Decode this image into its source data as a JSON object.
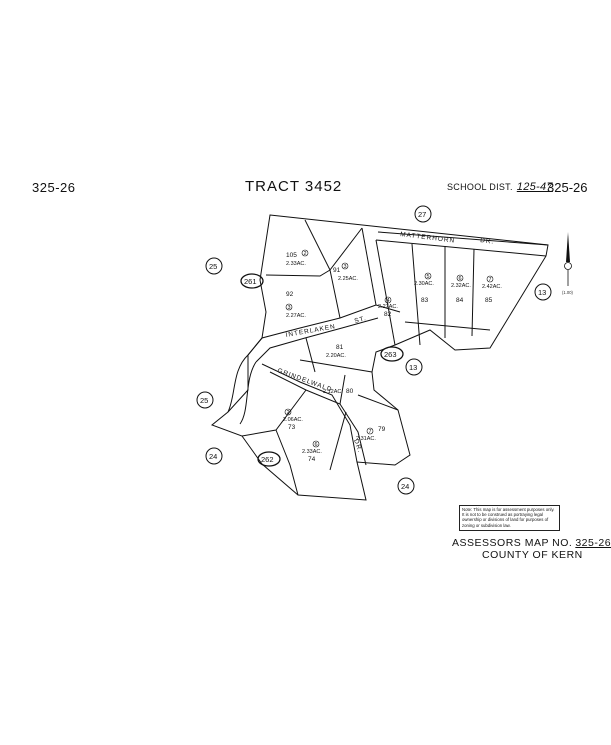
{
  "header": {
    "map_left": "325-26",
    "tract_title": "TRACT 3452",
    "school_label": "SCHOOL DIST.",
    "school_value": "125-47",
    "map_right": "325-26"
  },
  "streets": {
    "matterhorn": "MATTERHORN",
    "matterhorn_suffix": "DR.",
    "interlaken": "INTERLAKEN",
    "interlaken_suffix": "ST.",
    "grindelwald": "GRINDELWALD",
    "grindelwald_suffix": "DR."
  },
  "adjacent_maps": [
    "27",
    "25",
    "13",
    "13",
    "25",
    "24",
    "24"
  ],
  "sub_maps": [
    "261",
    "263",
    "262"
  ],
  "parcels": [
    {
      "lot": "105",
      "circle": "2",
      "acres": "2.33AC."
    },
    {
      "lot": "91",
      "circle": "3",
      "acres": "2.25AC."
    },
    {
      "lot": "92",
      "circle": "3",
      "acres": "2.27AC."
    },
    {
      "lot": "83",
      "circle": "5",
      "acres": "2.30AC."
    },
    {
      "lot": "84",
      "circle": "6",
      "acres": "2.32AC."
    },
    {
      "lot": "85",
      "circle": "7",
      "acres": "2.42AC."
    },
    {
      "lot": "82",
      "circle": "4",
      "acres": "2.27AC."
    },
    {
      "lot": "81",
      "circle": "",
      "acres": "2.20AC."
    },
    {
      "lot": "80",
      "circle": "",
      "acres": "2.12AC."
    },
    {
      "lot": "73",
      "circle": "2",
      "acres": "2.06AC."
    },
    {
      "lot": "74",
      "circle": "6",
      "acres": "2.33AC."
    },
    {
      "lot": "79",
      "circle": "7",
      "acres": "2.31AC."
    }
  ],
  "north_arrow": {
    "label": "(1.00)"
  },
  "note": "Note: This map is for assessment purposes only. It is not to be construed as portraying legal ownership or divisions of land for purposes of zoning or subdivision law.",
  "footer": {
    "assessor_label": "ASSESSORS MAP NO.",
    "assessor_number": "325-26",
    "county": "COUNTY OF KERN"
  }
}
